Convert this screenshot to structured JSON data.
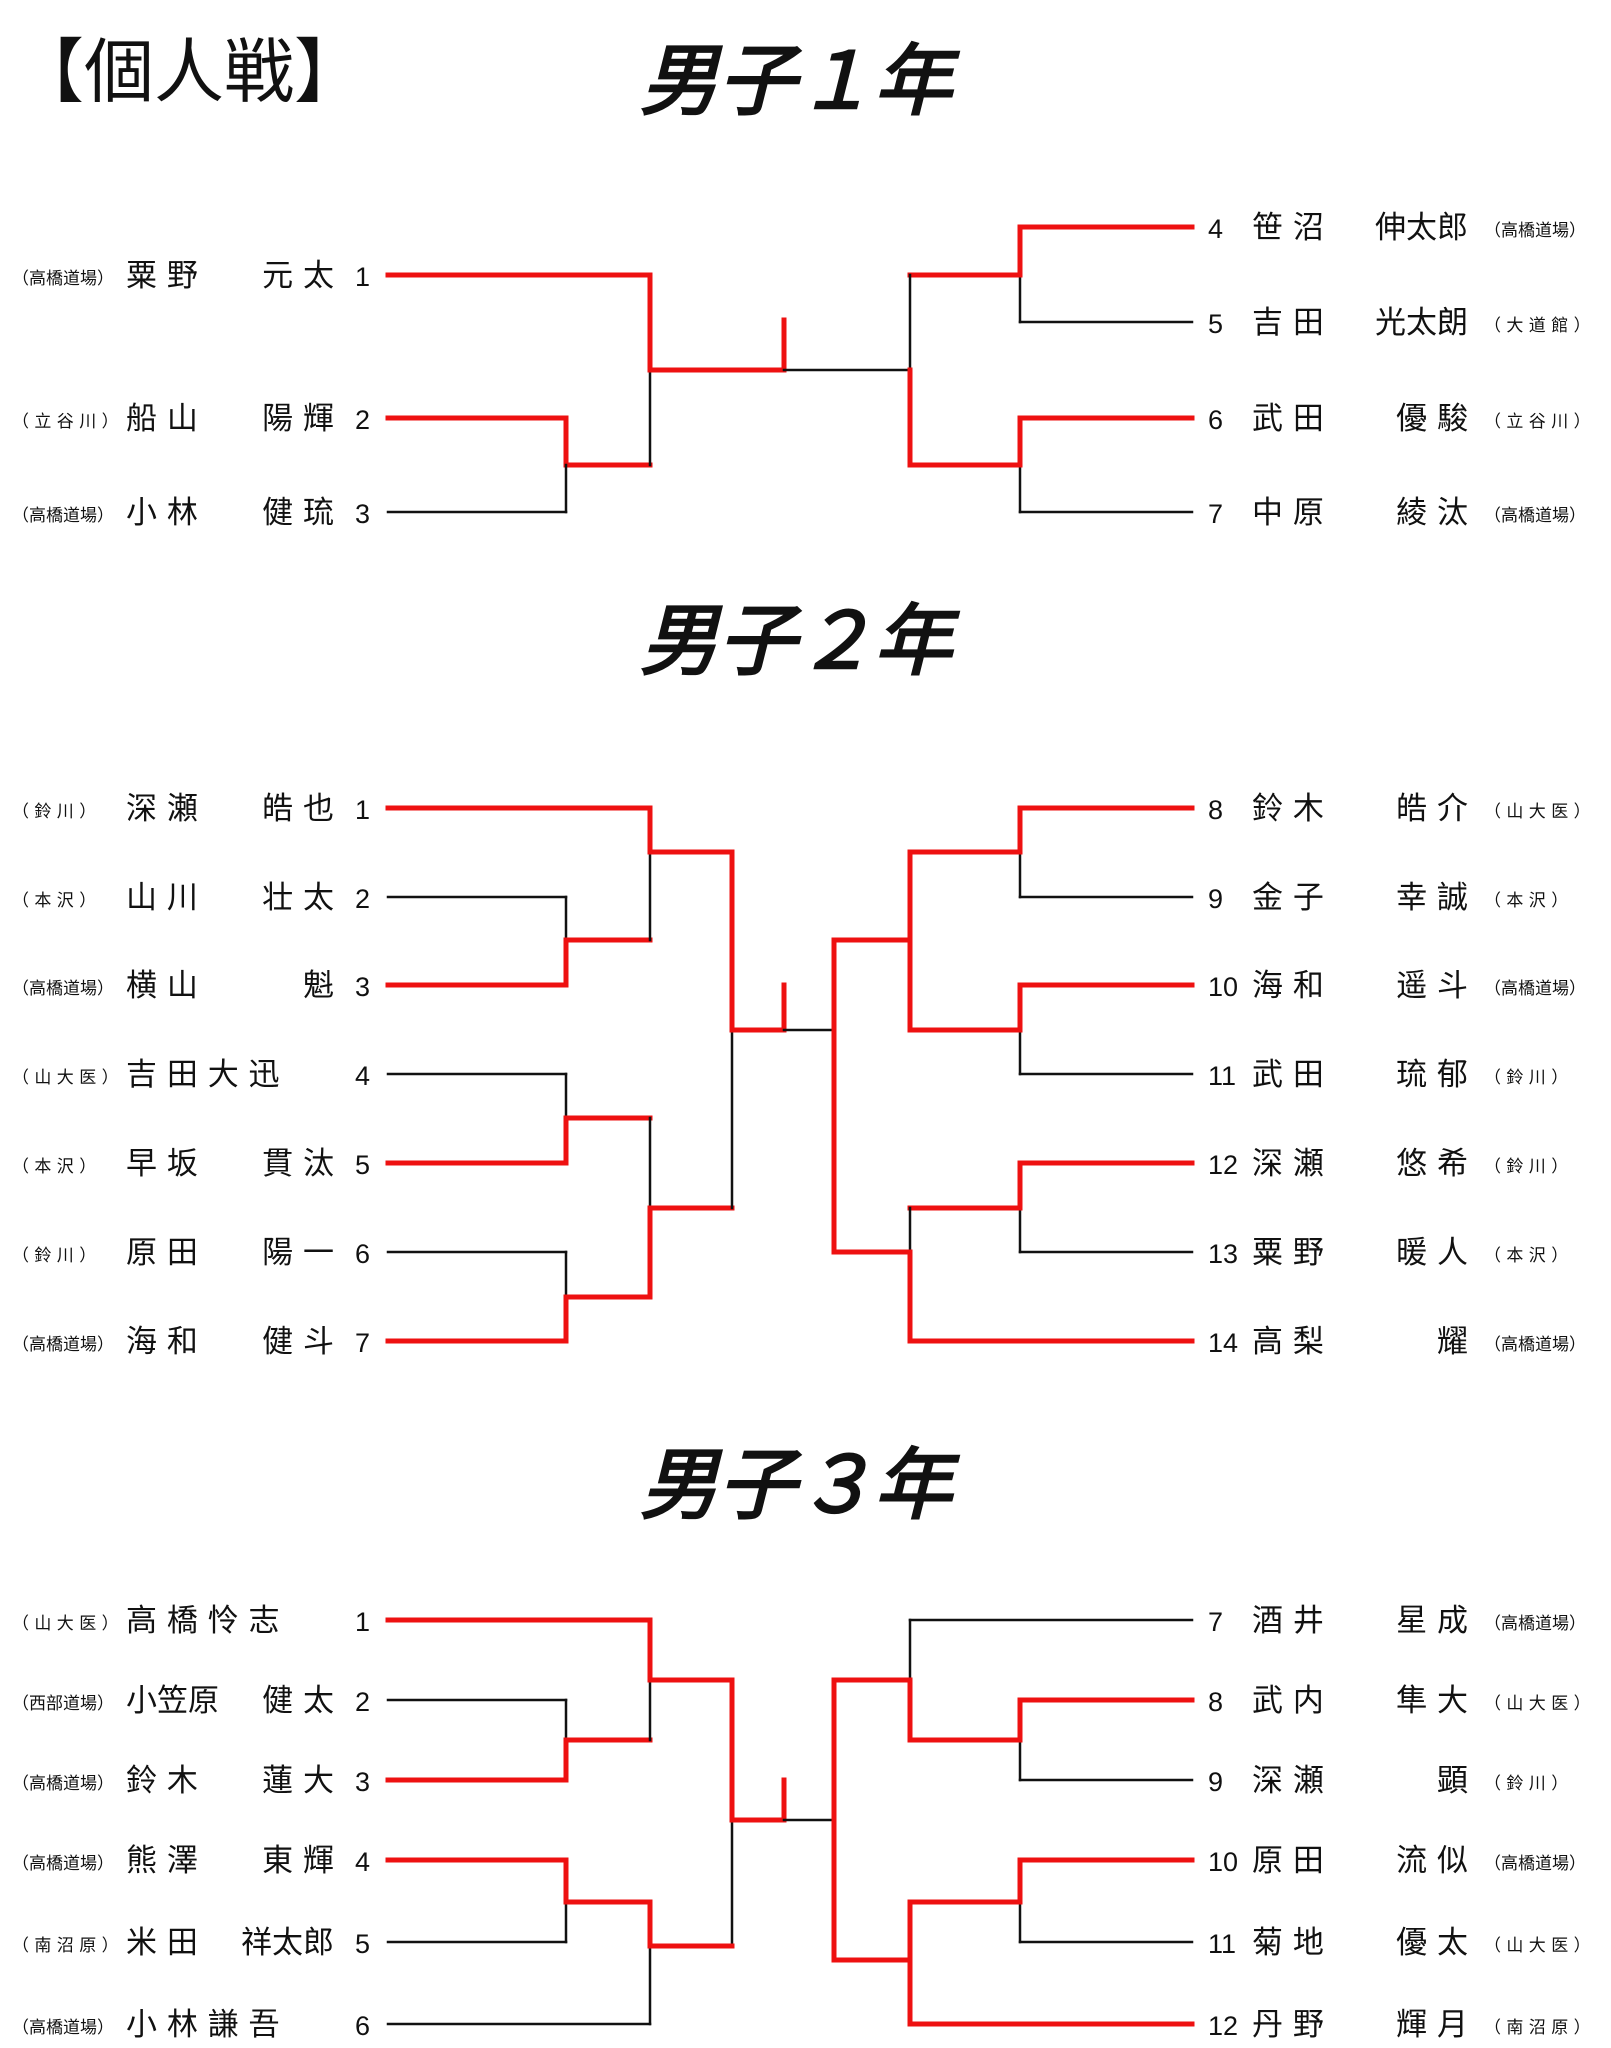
{
  "header": "【個人戦】",
  "colors": {
    "win": "#ee1111",
    "line": "#111111",
    "text": "#111111"
  },
  "sections": [
    {
      "title": "男子１年",
      "left": [
        {
          "num": "1",
          "family": "粟 野",
          "given": "元 太",
          "club": "（高橋道場）"
        },
        {
          "num": "2",
          "family": "船 山",
          "given": "陽 輝",
          "club": "（ 立 谷 川 ）"
        },
        {
          "num": "3",
          "family": "小 林",
          "given": "健 琉",
          "club": "（高橋道場）"
        }
      ],
      "right": [
        {
          "num": "4",
          "family": "笹 沼",
          "given": "伸太郎",
          "club": "（高橋道場）"
        },
        {
          "num": "5",
          "family": "吉 田",
          "given": "光太朗",
          "club": "（ 大 道 館 ）"
        },
        {
          "num": "6",
          "family": "武 田",
          "given": "優 駿",
          "club": "（ 立 谷 川 ）"
        },
        {
          "num": "7",
          "family": "中 原",
          "given": "綾 汰",
          "club": "（高橋道場）"
        }
      ]
    },
    {
      "title": "男子２年",
      "left": [
        {
          "num": "1",
          "family": "深 瀬",
          "given": "皓 也",
          "club": "（ 鈴 川 ）"
        },
        {
          "num": "2",
          "family": "山 川",
          "given": "壮 太",
          "club": "（ 本 沢 ）"
        },
        {
          "num": "3",
          "family": "横 山",
          "given": "魁",
          "club": "（高橋道場）"
        },
        {
          "num": "4",
          "family": "吉 田 大 迅",
          "given": "",
          "club": "（ 山 大 医 ）"
        },
        {
          "num": "5",
          "family": "早 坂",
          "given": "貫 汰",
          "club": "（ 本 沢 ）"
        },
        {
          "num": "6",
          "family": "原 田",
          "given": "陽 一",
          "club": "（ 鈴 川 ）"
        },
        {
          "num": "7",
          "family": "海 和",
          "given": "健 斗",
          "club": "（高橋道場）"
        }
      ],
      "right": [
        {
          "num": "8",
          "family": "鈴 木",
          "given": "皓 介",
          "club": "（ 山 大 医 ）"
        },
        {
          "num": "9",
          "family": "金 子",
          "given": "幸 誠",
          "club": "（ 本 沢 ）"
        },
        {
          "num": "10",
          "family": "海 和",
          "given": "遥 斗",
          "club": "（高橋道場）"
        },
        {
          "num": "11",
          "family": "武 田",
          "given": "琉 郁",
          "club": "（ 鈴 川 ）"
        },
        {
          "num": "12",
          "family": "深 瀬",
          "given": "悠 希",
          "club": "（ 鈴 川 ）"
        },
        {
          "num": "13",
          "family": "粟 野",
          "given": "暖 人",
          "club": "（ 本 沢 ）"
        },
        {
          "num": "14",
          "family": "高 梨",
          "given": "耀",
          "club": "（高橋道場）"
        }
      ]
    },
    {
      "title": "男子３年",
      "left": [
        {
          "num": "1",
          "family": "高 橋 怜 志",
          "given": "",
          "club": "（ 山 大 医 ）"
        },
        {
          "num": "2",
          "family": "小笠原",
          "given": "健 太",
          "club": "（西部道場）"
        },
        {
          "num": "3",
          "family": "鈴 木",
          "given": "蓮 大",
          "club": "（高橋道場）"
        },
        {
          "num": "4",
          "family": "熊 澤",
          "given": "東 輝",
          "club": "（高橋道場）"
        },
        {
          "num": "5",
          "family": "米 田",
          "given": "祥太郎",
          "club": "（ 南 沼 原 ）"
        },
        {
          "num": "6",
          "family": "小 林 謙 吾",
          "given": "",
          "club": "（高橋道場）"
        }
      ],
      "right": [
        {
          "num": "7",
          "family": "酒 井",
          "given": "星 成",
          "club": "（高橋道場）"
        },
        {
          "num": "8",
          "family": "武 内",
          "given": "隼 大",
          "club": "（ 山 大 医 ）"
        },
        {
          "num": "9",
          "family": "深 瀬",
          "given": "顕",
          "club": "（ 鈴 川 ）"
        },
        {
          "num": "10",
          "family": "原 田",
          "given": "流 似",
          "club": "（高橋道場）"
        },
        {
          "num": "11",
          "family": "菊 地",
          "given": "優 太",
          "club": "（ 山 大 医 ）"
        },
        {
          "num": "12",
          "family": "丹 野",
          "given": "輝 月",
          "club": "（ 南 沼 原 ）"
        }
      ]
    }
  ]
}
